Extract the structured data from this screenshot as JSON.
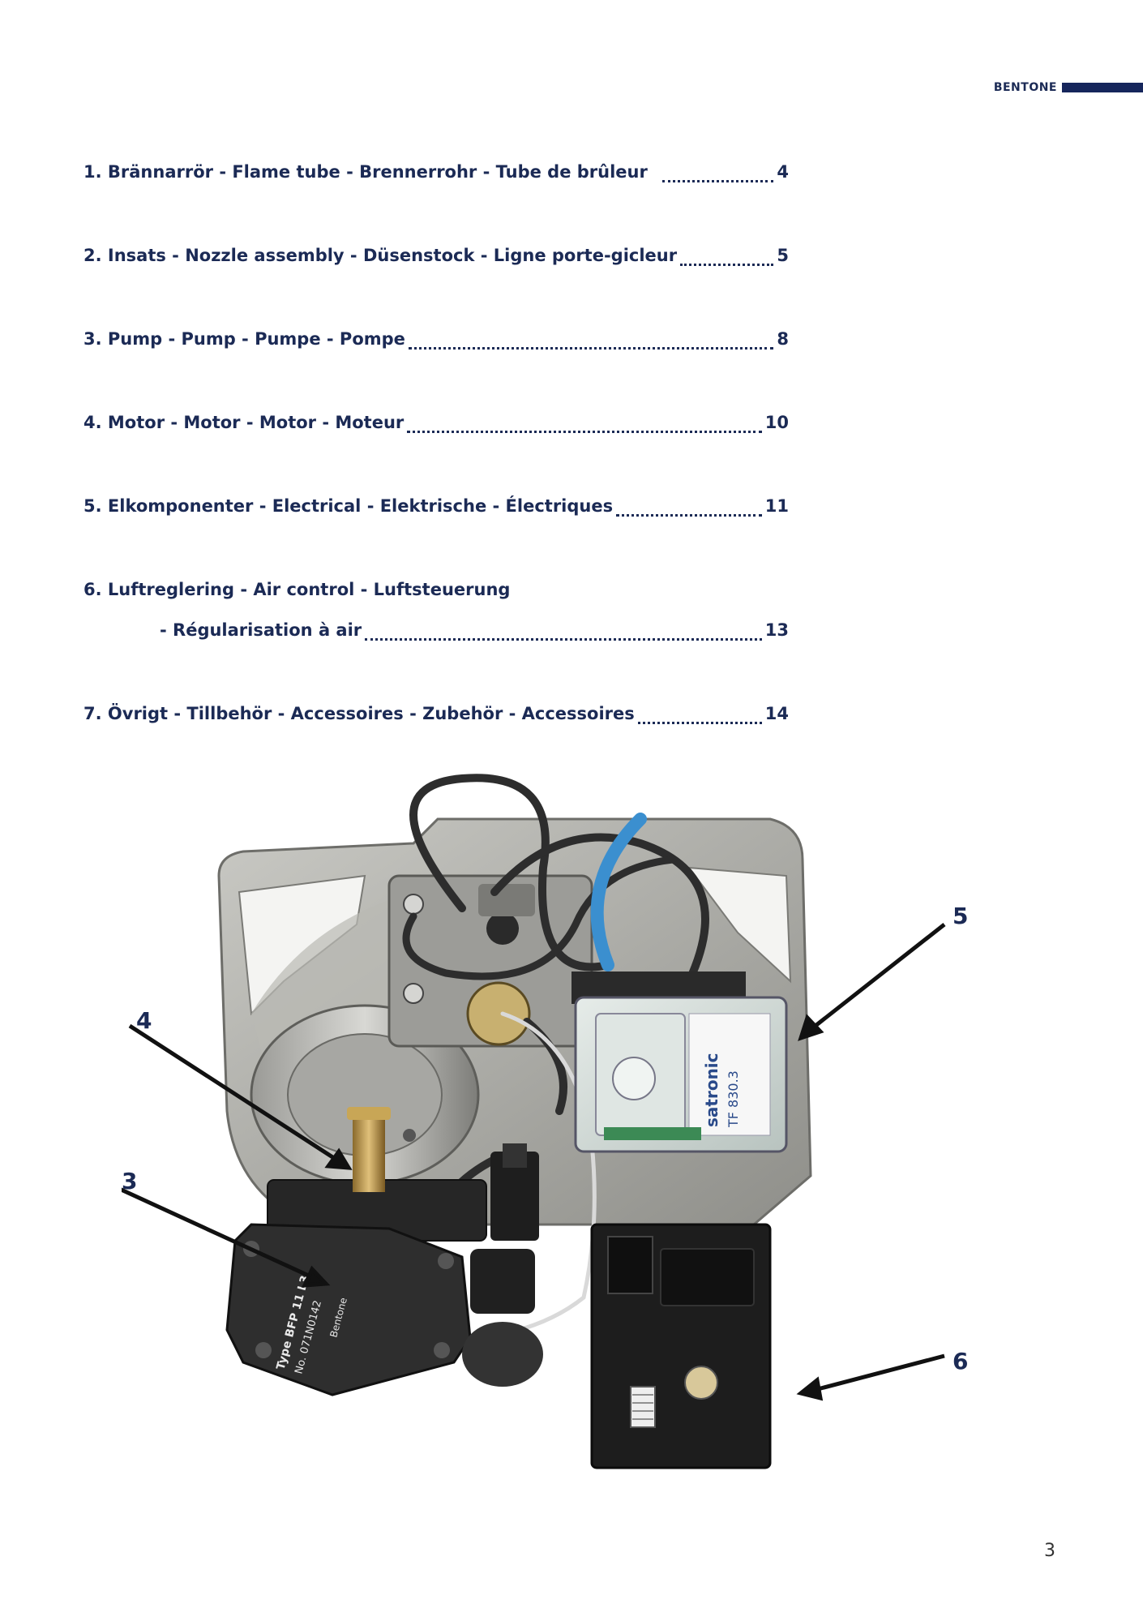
{
  "header": {
    "brand": "BENTONE"
  },
  "toc": [
    {
      "label": "1. Brännarrör - Flame tube - Brennerrohr - Tube de brûleur",
      "page": "4"
    },
    {
      "label": "2. Insats - Nozzle assembly - Düsenstock - Ligne porte-gicleur",
      "page": "5"
    },
    {
      "label": "3. Pump - Pump - Pumpe - Pompe",
      "page": "8"
    },
    {
      "label": "4. Motor - Motor - Motor - Moteur",
      "page": "10"
    },
    {
      "label": "5. Elkomponenter - Electrical - Elektrische - Électriques",
      "page": "11"
    },
    {
      "label": "6. Luftreglering - Air control - Luftsteuerung",
      "sub_label": "- Régularisation à air",
      "page": "13"
    },
    {
      "label": "7. Övrigt - Tillbehör -  Accessoires - Zubehör - Accessoires",
      "page": "14"
    }
  ],
  "callouts": {
    "c3": "3",
    "c4": "4",
    "c5": "5",
    "c6": "6"
  },
  "photo": {
    "control_box_brand": "satronic",
    "control_box_model": "TF 830.3",
    "pump_type": "Type BFP 11 L3",
    "pump_no": "No. 071N0142",
    "pump_brand": "Bentone"
  },
  "footer": {
    "page_number": "3"
  }
}
